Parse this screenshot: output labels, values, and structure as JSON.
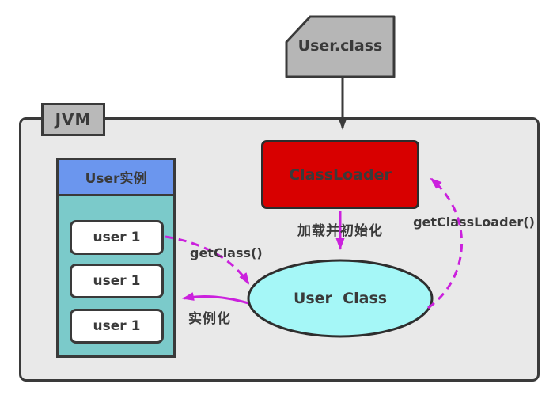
{
  "nodes": {
    "user_class_file": {
      "label": "User.class"
    },
    "jvm": {
      "label": "JVM"
    },
    "classloader": {
      "label": "ClassLoader"
    },
    "user_instances": {
      "header": "User实例",
      "items": [
        "user 1",
        "user 1",
        "user 1"
      ]
    },
    "user_class": {
      "label": "User  Class"
    }
  },
  "edges": {
    "load_file": {
      "from": "User.class",
      "to": "ClassLoader",
      "label": "",
      "style": "solid-dark"
    },
    "load_init": {
      "from": "ClassLoader",
      "to": "User Class",
      "label": "加载并初始化",
      "style": "solid-magenta"
    },
    "get_classloader": {
      "from": "User Class",
      "to": "ClassLoader",
      "label": "getClassLoader()",
      "style": "dashed-magenta"
    },
    "get_class": {
      "from": "user 1",
      "to": "User Class",
      "label": "getClass()",
      "style": "dashed-magenta"
    },
    "instantiate": {
      "from": "User Class",
      "to": "User实例",
      "label": "实例化",
      "style": "solid-magenta"
    }
  },
  "colors": {
    "node_border": "#3a3a3a",
    "text_dark": "#3a3a3a",
    "file_fill": "#b6b6b6",
    "jvm_fill": "#e9e9e9",
    "jvm_label_fill": "#b9b9b9",
    "classloader_fill": "#d80000",
    "instances_header_fill": "#6b96ee",
    "instances_body_fill": "#7bcaca",
    "instance_item_fill": "#ffffff",
    "class_ellipse_fill": "#a5f7f7",
    "arrow_magenta": "#cb21dd",
    "arrow_dark": "#3a3a3a"
  }
}
